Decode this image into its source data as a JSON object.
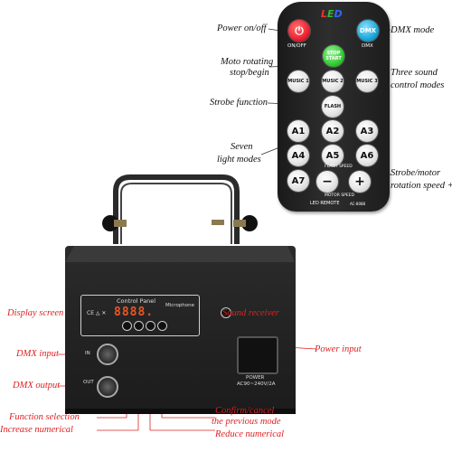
{
  "remote": {
    "brand": "LED",
    "buttons": {
      "on_off": "ON/OFF",
      "dmx": "DMX",
      "stop_start": "STOP START",
      "music1": "MUSIC 1",
      "music2": "MUSIC 2",
      "music3": "MUSIC 3",
      "flash": "FLASH",
      "a1": "A1",
      "a2": "A2",
      "a3": "A3",
      "a4": "A4",
      "a5": "A5",
      "a6": "A6",
      "a7": "A7",
      "minus": "−",
      "plus": "+"
    },
    "captions": {
      "on_off": "ON/OFF",
      "dmx": "DMX",
      "flash_speed": "FLASH SPEED",
      "motor_speed": "MOTOR SPEED",
      "model": "LED REMOTE",
      "code": "AC-8088"
    }
  },
  "remote_labels": {
    "power": "Power on/off",
    "dmx_mode": "DMX mode",
    "moto_line1": "Moto rotating",
    "moto_line2": "stop/begin",
    "sound_line1": "Three sound",
    "sound_line2": "control modes",
    "strobe": "Strobe function",
    "seven_line1": "Seven",
    "seven_line2": "light modes",
    "speed_line1": "Strobe/motor",
    "speed_line2": "rotation speed +/-"
  },
  "device": {
    "panel_title": "Control Panel",
    "display": "8888.",
    "microphone": "Microphone",
    "in": "IN",
    "out": "OUT",
    "power_line1": "POWER",
    "power_line2": "AC90~240V/2A"
  },
  "device_labels": {
    "display_screen": "Display screen",
    "sound_receiver": "Sound receiver",
    "dmx_input": "DMX input",
    "dmx_output": "DMX output",
    "power_input": "Power input",
    "function_selection": "Function selection",
    "increase_numerical": "Increase numerical",
    "confirm_line1": "Confirm/cancel",
    "confirm_line2": "the previous mode",
    "reduce_numerical": "Reduce numerical"
  },
  "colors": {
    "red_label": "#d22",
    "power_button": "#e23",
    "dmx_button": "#1aa8d8",
    "display_digits": "#e52",
    "led_text": [
      "#e33",
      "#3b3",
      "#36f"
    ]
  }
}
